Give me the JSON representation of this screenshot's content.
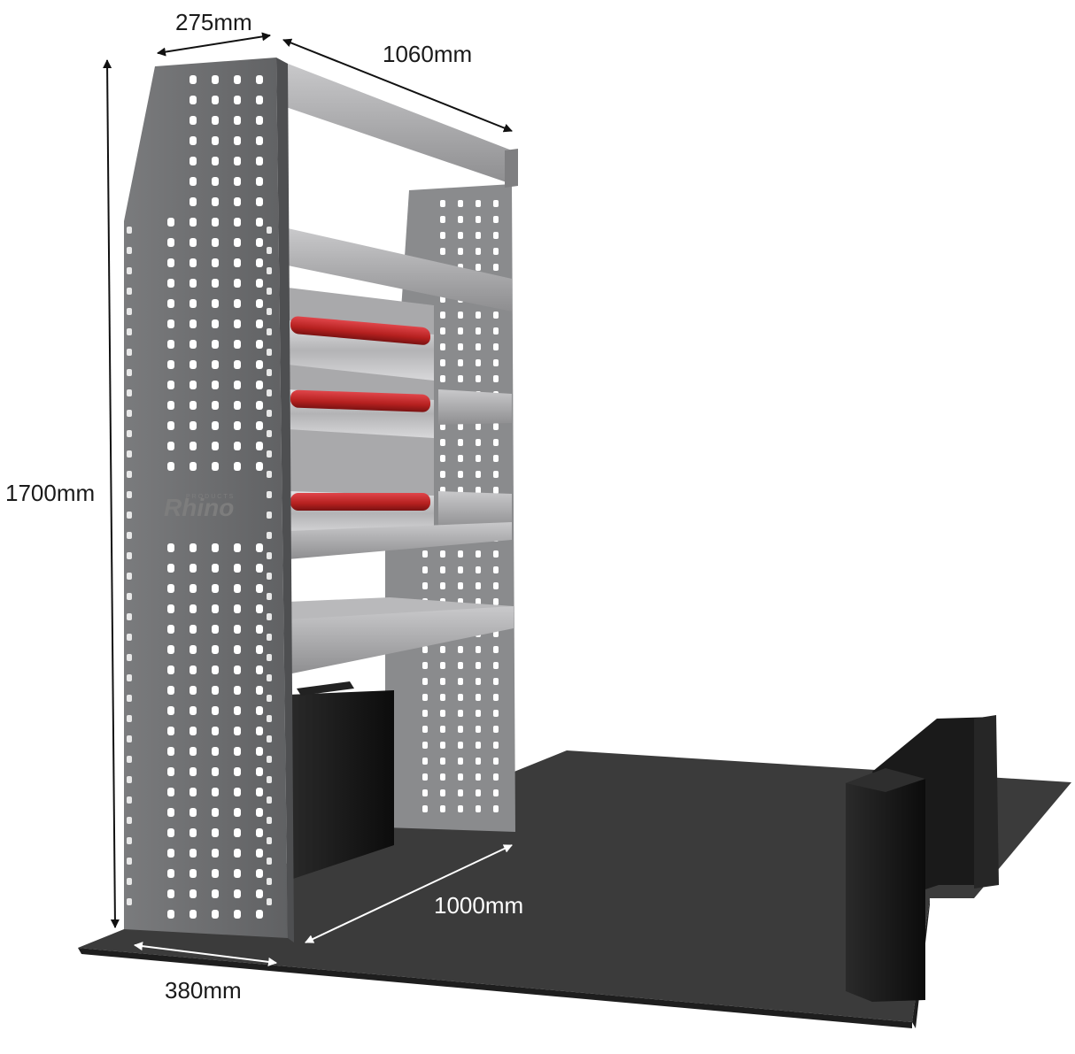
{
  "dimensions": {
    "depth_top": "275mm",
    "width_top": "1060mm",
    "height": "1700mm",
    "floor_length": "1000mm",
    "depth_base": "380mm"
  },
  "logo": {
    "brand": "Rhino",
    "tagline": "PRODUCTS"
  },
  "colors": {
    "panel": "#6e6f71",
    "shelf": "#9c9c9e",
    "drawer_handle": "#c0282c",
    "floor": "#3a3a3a",
    "case": "#151515"
  }
}
